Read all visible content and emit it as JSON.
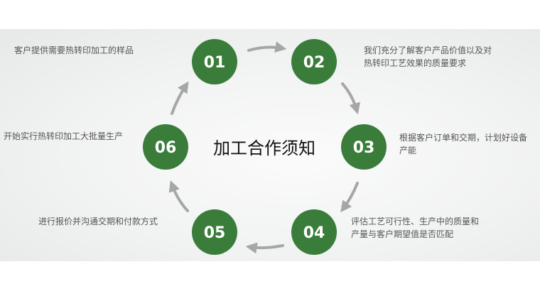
{
  "title": "加工合作须知",
  "accent_color": "#3a7d3b",
  "arrow_color": "#a6a6a6",
  "steps": [
    {
      "num": "01",
      "text": [
        "客户提供需要热转印加工的样品"
      ]
    },
    {
      "num": "02",
      "text": [
        "我们充分了解客户产品价值以及对",
        "热转印工艺效果的质量要求"
      ]
    },
    {
      "num": "03",
      "text": [
        "根据客户订单和交期，计划好设备",
        "产能"
      ]
    },
    {
      "num": "04",
      "text": [
        "评估工艺可行性、生产中的质量和",
        "产量与客户期望值是否匹配"
      ]
    },
    {
      "num": "05",
      "text": [
        "进行报价并沟通交期和付款方式"
      ]
    },
    {
      "num": "06",
      "text": [
        "开始实行热转印加工大批量生产"
      ]
    }
  ]
}
